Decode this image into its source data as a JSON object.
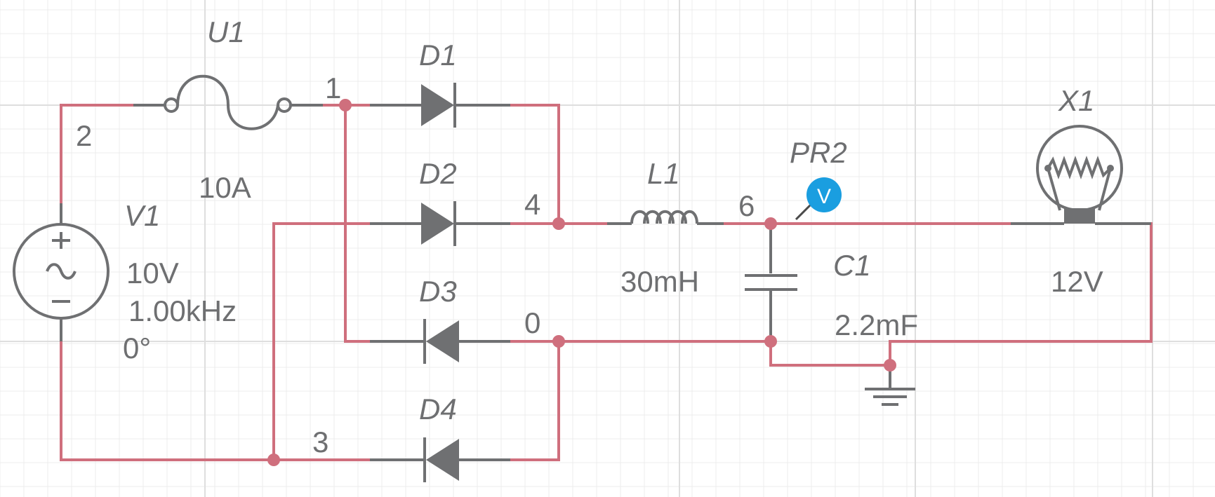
{
  "colors": {
    "wire": "#cf6f7d",
    "component": "#6f7072",
    "grid": "#e6e6e6",
    "probe": "#1a9ee0",
    "text": "#6e6f71"
  },
  "components": {
    "U1": {
      "ref": "U1",
      "value": "10A",
      "icon": "fuse-icon"
    },
    "V1": {
      "ref": "V1",
      "voltage": "10V",
      "frequency": "1.00kHz",
      "phase": "0°",
      "icon": "ac-source-icon"
    },
    "D1": {
      "ref": "D1",
      "icon": "diode-icon"
    },
    "D2": {
      "ref": "D2",
      "icon": "diode-icon"
    },
    "D3": {
      "ref": "D3",
      "icon": "diode-icon"
    },
    "D4": {
      "ref": "D4",
      "icon": "diode-icon"
    },
    "L1": {
      "ref": "L1",
      "value": "30mH",
      "icon": "inductor-icon"
    },
    "C1": {
      "ref": "C1",
      "value": "2.2mF",
      "icon": "capacitor-icon"
    },
    "X1": {
      "ref": "X1",
      "value": "12V",
      "icon": "lamp-icon"
    },
    "PR2": {
      "ref": "PR2",
      "glyph": "V",
      "icon": "voltage-probe-icon"
    },
    "ground": {
      "icon": "ground-icon"
    }
  },
  "nodes": {
    "n0": "0",
    "n1": "1",
    "n2": "2",
    "n3": "3",
    "n4": "4",
    "n6": "6"
  }
}
